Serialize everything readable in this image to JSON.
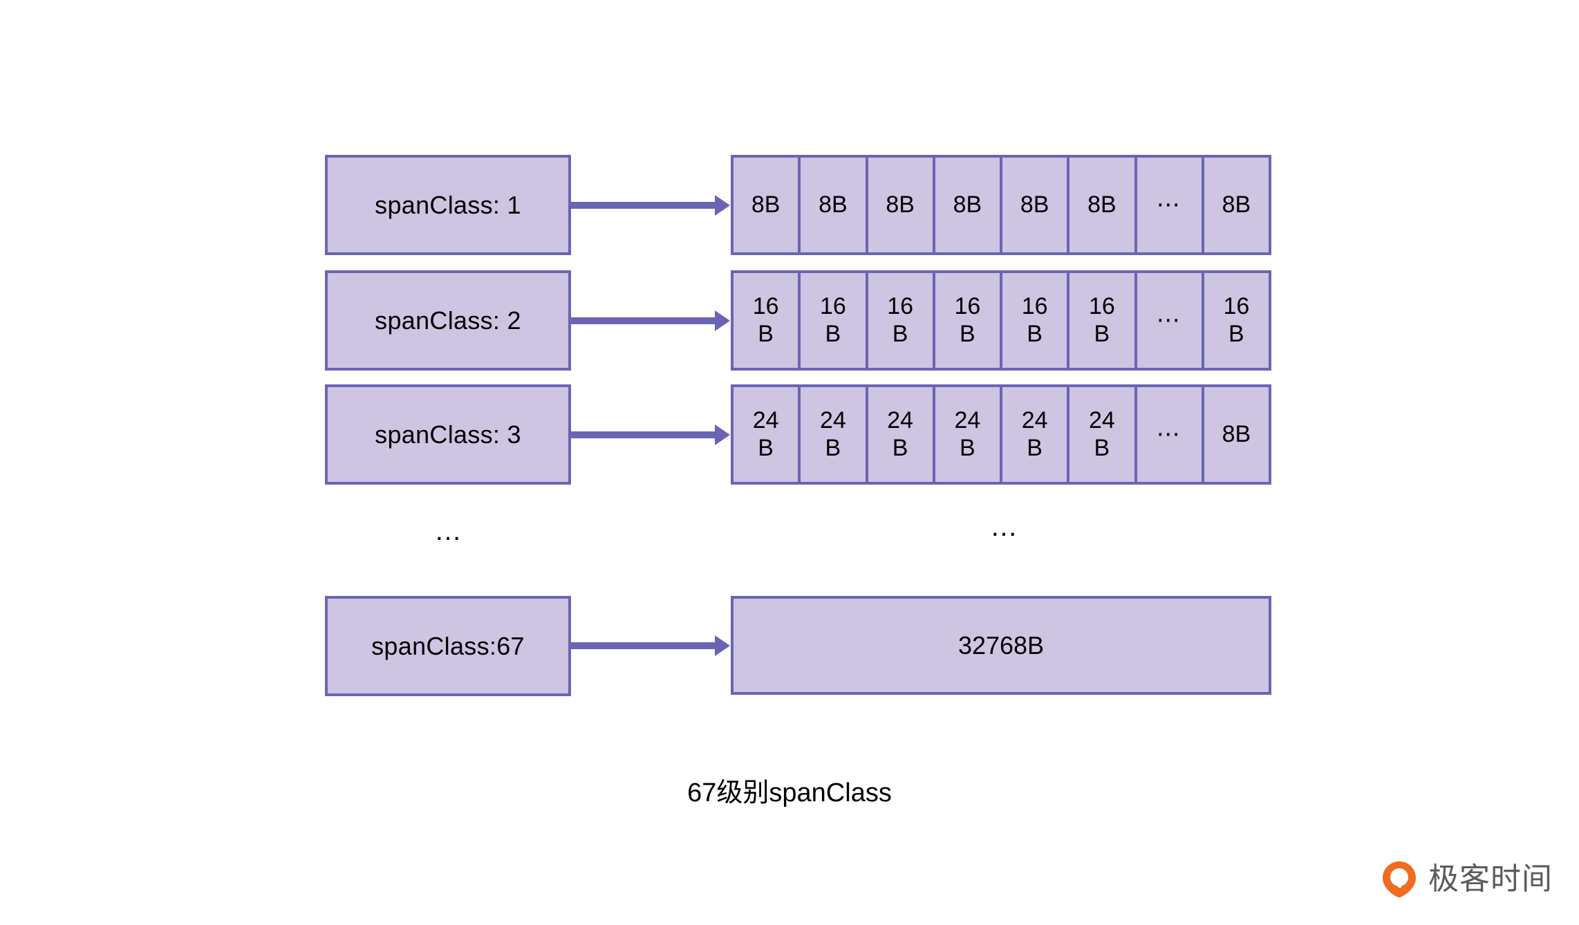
{
  "diagram": {
    "title": "67级别spanClass",
    "colors": {
      "box_fill": "#cdc5e2",
      "box_border": "#6b64b4",
      "arrow": "#6b64b4",
      "text": "#000000",
      "watermark_logo": "#ef6c20",
      "watermark_text": "#5b5b5b"
    },
    "rows": [
      {
        "class_label": "spanClass: 1",
        "arrow": "arrow-right",
        "cells": [
          "8B",
          "8B",
          "8B",
          "8B",
          "8B",
          "8B",
          "⋯",
          "8B"
        ]
      },
      {
        "class_label": "spanClass: 2",
        "arrow": "arrow-right",
        "cells": [
          "16\nB",
          "16\nB",
          "16\nB",
          "16\nB",
          "16\nB",
          "16\nB",
          "⋯",
          "16\nB"
        ]
      },
      {
        "class_label": "spanClass: 3",
        "arrow": "arrow-right",
        "cells": [
          "24\nB",
          "24\nB",
          "24\nB",
          "24\nB",
          "24\nB",
          "24\nB",
          "⋯",
          "8B"
        ]
      }
    ],
    "continuation": {
      "left_dots": "…",
      "right_dots": "…"
    },
    "last_row": {
      "class_label": "spanClass:67",
      "arrow": "arrow-right",
      "block_label": "32768B"
    },
    "watermark": {
      "text": "极客时间",
      "icon": "geekbang-pin-logo"
    }
  }
}
